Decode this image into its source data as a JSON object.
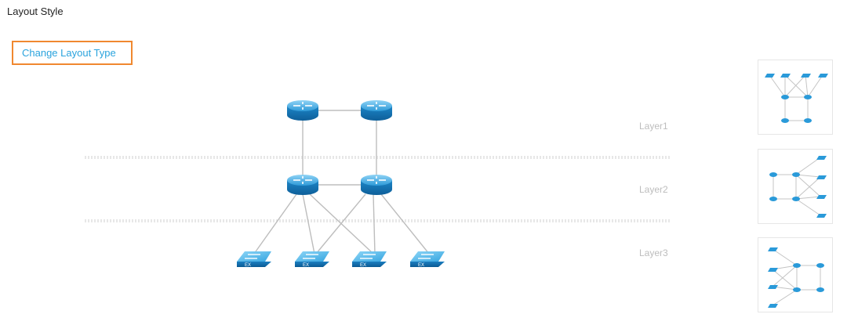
{
  "header": {
    "title": "Layout Style"
  },
  "toolbar": {
    "change_layout_label": "Change Layout Type",
    "accent_color": "#f0882f",
    "link_color": "#2aa3dd"
  },
  "topology": {
    "layers": [
      {
        "label": "Layer1"
      },
      {
        "label": "Layer2"
      },
      {
        "label": "Layer3"
      }
    ],
    "router_icon": "router-icon",
    "switch_icon": "switch-icon",
    "switch_label": "EX",
    "device_color": "#1e88c7"
  },
  "layout_options": [
    {
      "name": "hierarchical-layout"
    },
    {
      "name": "horizontal-tree-layout"
    },
    {
      "name": "mesh-layout"
    }
  ]
}
